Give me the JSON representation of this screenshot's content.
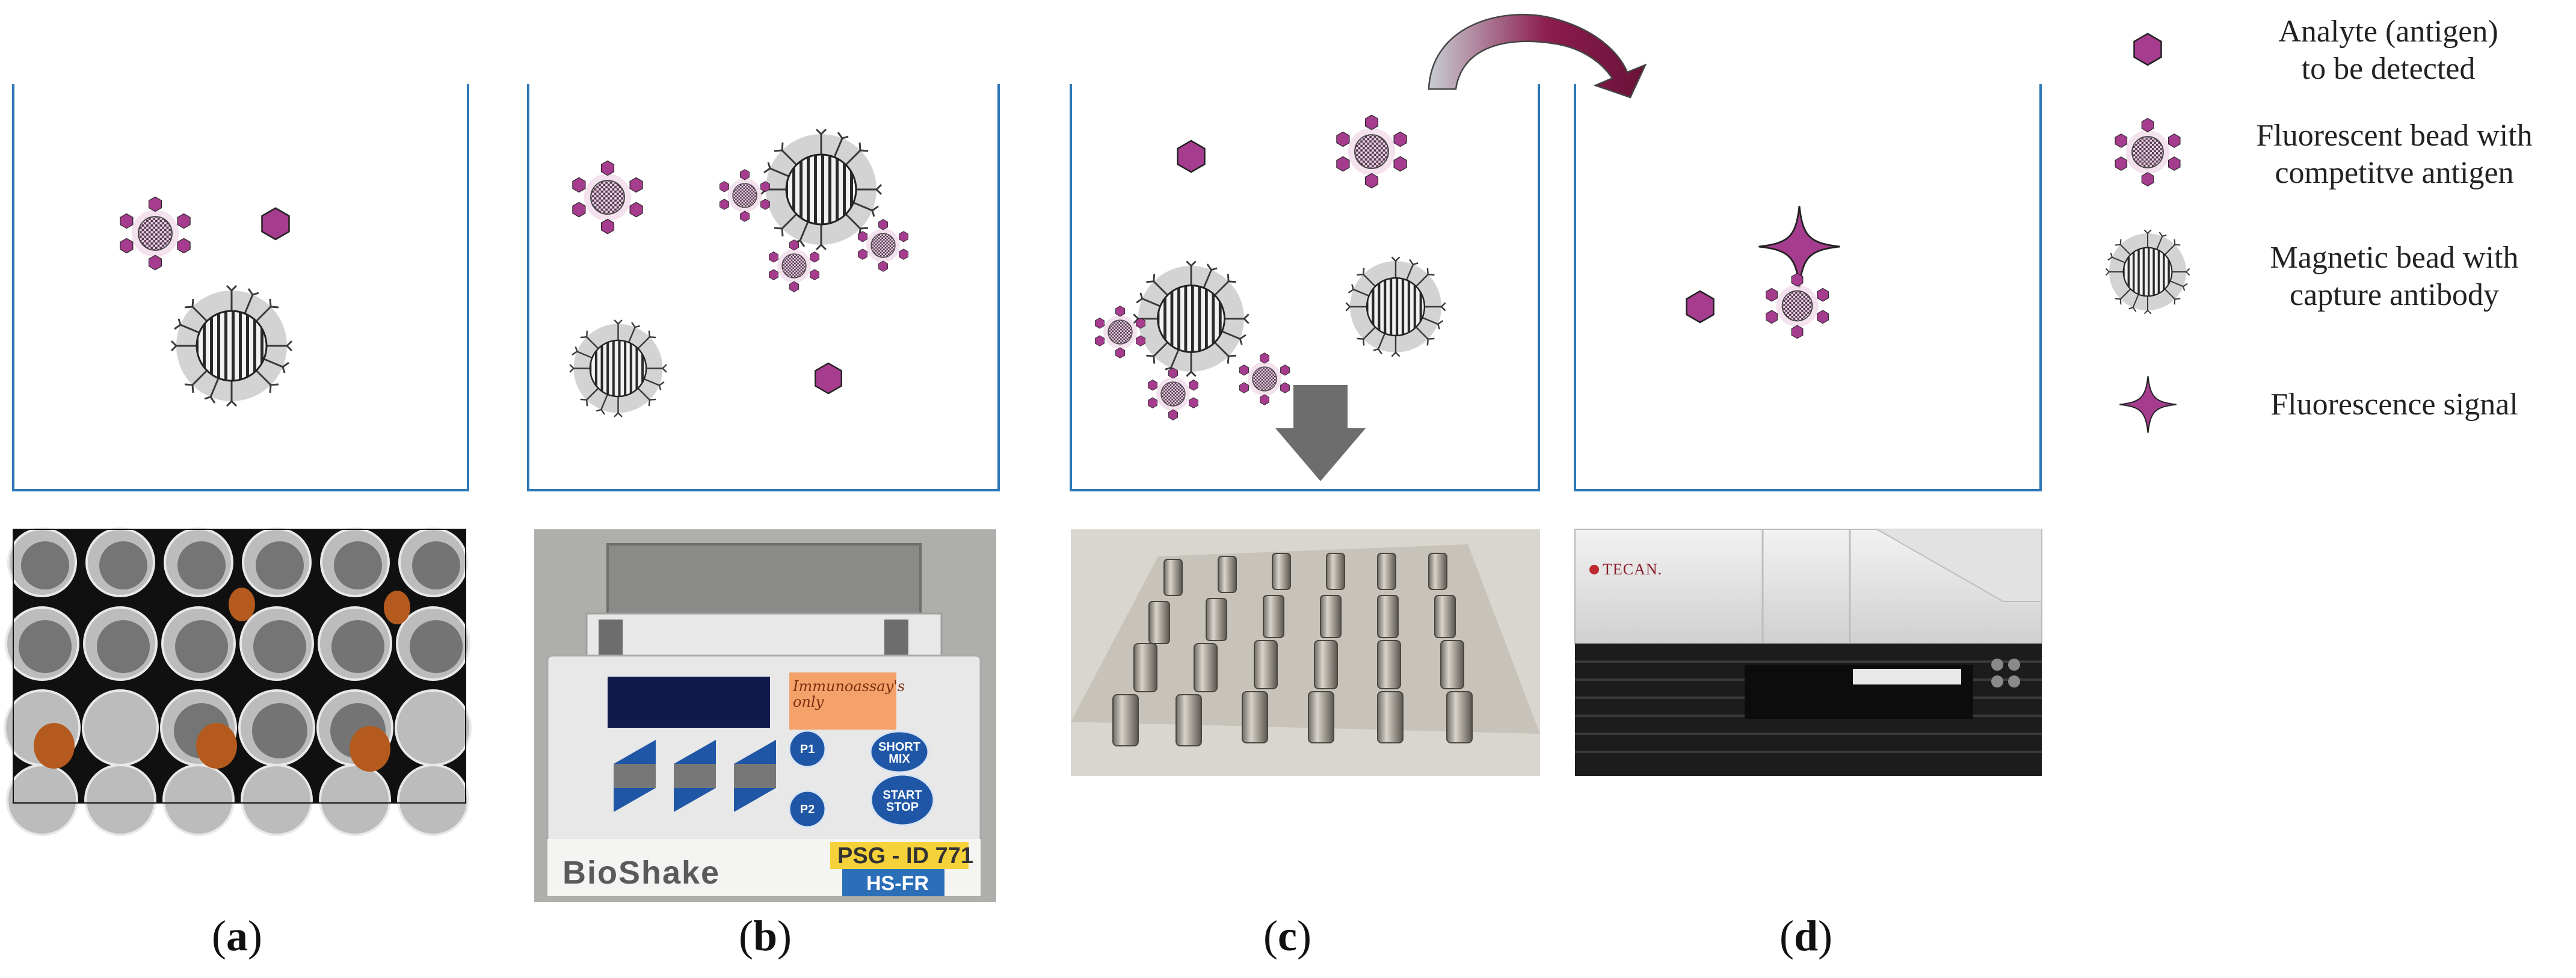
{
  "legend": {
    "analyte": [
      "Analyte (antigen)",
      "to be detected"
    ],
    "fluorescent_bead": [
      "Fluorescent bead with",
      "competitve antigen"
    ],
    "magnetic_bead": [
      "Magnetic bead with",
      "capture antibody"
    ],
    "signal": [
      "Fluorescence signal"
    ]
  },
  "captions": {
    "a": "a",
    "b": "b",
    "c": "c",
    "d": "d"
  },
  "photos": {
    "b": {
      "brand": "BioShake",
      "id_tag": "PSG - ID 771",
      "model": "HS-FR",
      "note": "Immunoassay's only",
      "buttons": [
        "P1",
        "SHORT MIX",
        "P2",
        "START STOP"
      ]
    },
    "d": {
      "brand": "TECAN."
    }
  },
  "colors": {
    "analyte": "#a63c8e",
    "bead_halo": "#cfcfcf",
    "well_border": "#2e78b7",
    "arrow_gray": "#6d6d6d",
    "curved_arrow": "#8b1c4e"
  }
}
